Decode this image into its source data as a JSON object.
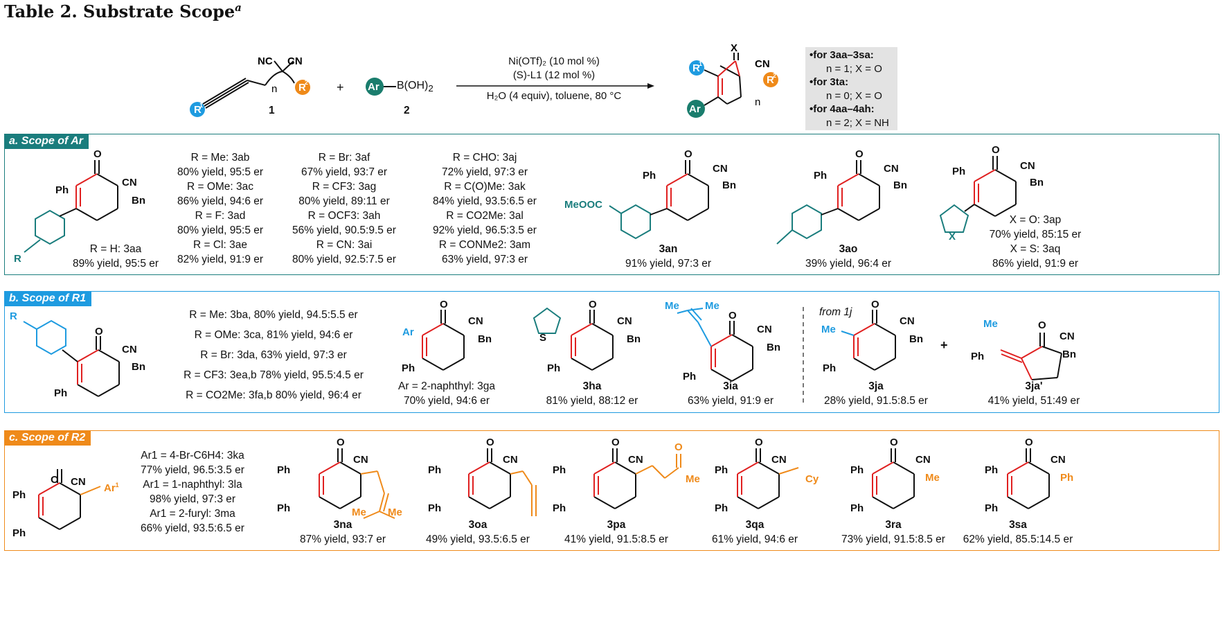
{
  "title": {
    "main": "Table 2. Substrate Scope",
    "footnote_mark": "a"
  },
  "scheme": {
    "reactant1_label": "1",
    "reactant2_label": "2",
    "reactant2_ar": "Ar",
    "reactant2_rest": "B(OH)",
    "reactant2_sub": "2",
    "plus": "+",
    "conditions": {
      "line1": "Ni(OTf)₂ (10 mol %)",
      "line2": "(S)-L1 (12 mol %)",
      "line3": "H₂O (4 equiv), toluene, 80 °C"
    },
    "info": {
      "l1": "•for 3aa–3sa:",
      "l2": "n = 1; X = O",
      "l3": "•for 3ta:",
      "l4": "n = 0; X = O",
      "l5": "•for 4aa–4ah:",
      "l6": "n = 2; X = NH"
    }
  },
  "panels": {
    "a": {
      "title": "a. Scope of Ar",
      "aa": {
        "line1": "R = H: 3aa",
        "line2": "89% yield, 95:5 er"
      },
      "col1": [
        [
          "R = Me: 3ab",
          "80% yield, 95:5 er"
        ],
        [
          "R = OMe: 3ac",
          "86% yield, 94:6 er"
        ],
        [
          "R = F: 3ad",
          "80% yield, 95:5 er"
        ],
        [
          "R = Cl: 3ae",
          "82% yield, 91:9 er"
        ]
      ],
      "col2": [
        [
          "R = Br: 3af",
          "67% yield, 93:7 er"
        ],
        [
          "R = CF3: 3ag",
          "80% yield, 89:11 er"
        ],
        [
          "R = OCF3: 3ah",
          "56% yield, 90.5:9.5 er"
        ],
        [
          "R = CN: 3ai",
          "80% yield, 92.5:7.5 er"
        ]
      ],
      "col3": [
        [
          "R = CHO: 3aj",
          "72% yield, 97:3 er"
        ],
        [
          "R = C(O)Me: 3ak",
          "84% yield, 93.5:6.5 er"
        ],
        [
          "R = CO2Me: 3al",
          "92% yield, 96.5:3.5 er"
        ],
        [
          "R = CONMe2: 3am",
          "63% yield, 97:3 er"
        ]
      ],
      "an": {
        "id": "3an",
        "yield": "91% yield, 97:3 er",
        "sub": "MeOOC"
      },
      "ao": {
        "id": "3ao",
        "yield": "39% yield, 96:4 er"
      },
      "ap": {
        "l1": "X = O: 3ap",
        "l2": "70% yield, 85:15 er",
        "l3": "X = S: 3aq",
        "l4": "86% yield, 91:9 er"
      }
    },
    "b": {
      "title": "b. Scope of R1",
      "list": [
        "R = Me: 3ba, 80% yield, 94.5:5.5 er",
        "R = OMe: 3ca, 81% yield, 94:6 er",
        "R = Br: 3da, 63% yield, 97:3 er",
        "R = CF3: 3ea,b 78% yield, 95.5:4.5 er",
        "R = CO2Me: 3fa,b 80% yield, 96:4 er"
      ],
      "ga": {
        "l1": "Ar = 2-naphthyl: 3ga",
        "l2": "70% yield, 94:6 er"
      },
      "ha": {
        "id": "3ha",
        "yield": "81% yield, 88:12 er"
      },
      "ia": {
        "id": "3ia",
        "yield": "63% yield, 91:9 er"
      },
      "from": "from 1j",
      "ja": {
        "id": "3ja",
        "yield": "28% yield, 91.5:8.5 er"
      },
      "jap": {
        "id": "3ja'",
        "yield": "41% yield, 51:49 er"
      }
    },
    "c": {
      "title": "c. Scope of R2",
      "list": [
        [
          "Ar1 = 4-Br-C6H4: 3ka",
          "77% yield, 96.5:3.5 er"
        ],
        [
          "Ar1 = 1-naphthyl: 3la",
          "98% yield, 97:3 er"
        ],
        [
          "Ar1 = 2-furyl: 3ma",
          "66% yield, 93.5:6.5 er"
        ]
      ],
      "na": {
        "id": "3na",
        "yield": "87% yield, 93:7 er"
      },
      "oa": {
        "id": "3oa",
        "yield": "49% yield, 93.5:6.5 er"
      },
      "pa": {
        "id": "3pa",
        "yield": "41% yield, 91.5:8.5 er"
      },
      "qa": {
        "id": "3qa",
        "yield": "61% yield, 94:6 er"
      },
      "ra": {
        "id": "3ra",
        "yield": "73% yield, 91.5:8.5 er"
      },
      "sa": {
        "id": "3sa",
        "yield": "62% yield, 85.5:14.5 er"
      }
    }
  },
  "atoms": {
    "O": "O",
    "CN": "CN",
    "NC": "NC",
    "Bn": "Bn",
    "Ph": "Ph",
    "Me": "Me",
    "Cy": "Cy",
    "R": "R",
    "X": "X",
    "S": "S",
    "Ar": "Ar",
    "Ar1": "Ar",
    "n": "n",
    "R1": "R",
    "R2": "R"
  },
  "colors": {
    "teal": "#1a7d7d",
    "blue": "#1e9be0",
    "orange": "#ef8a1a",
    "red": "#e02020",
    "green": "#1a7d6d",
    "infobox": "#e3e3e3"
  }
}
